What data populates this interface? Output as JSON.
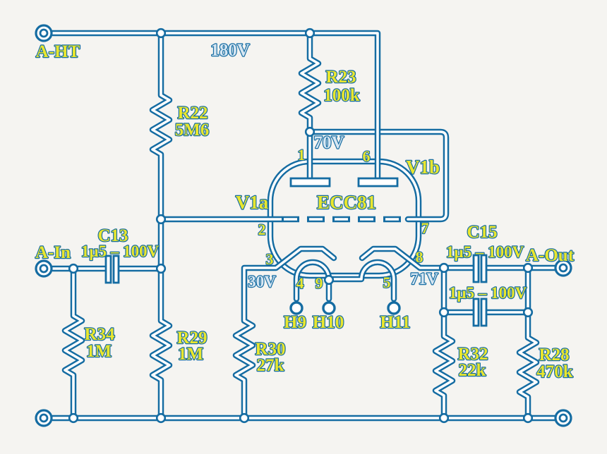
{
  "schematic": {
    "power_terminal": "A-HT",
    "input_terminal": "A-In",
    "output_terminal": "A-Out",
    "heater_terminals": [
      "H9",
      "H10",
      "H11"
    ],
    "supply_voltage": "180V",
    "voltages": {
      "v1a_anode": "70V",
      "v1a_cathode": "30V",
      "v1b_cathode": "71V"
    },
    "tube": {
      "type": "ECC81",
      "section_a": "V1a",
      "section_b": "V1b",
      "pin_numbers": [
        "1",
        "2",
        "3",
        "4",
        "5",
        "6",
        "7",
        "8",
        "9"
      ]
    },
    "resistors": {
      "r22": {
        "ref": "R22",
        "value": "5M6"
      },
      "r23": {
        "ref": "R23",
        "value": "100k"
      },
      "r34": {
        "ref": "R34",
        "value": "1M"
      },
      "r29": {
        "ref": "R29",
        "value": "1M"
      },
      "r30": {
        "ref": "R30",
        "value": "27k"
      },
      "r32": {
        "ref": "R32",
        "value": "22k"
      },
      "r28": {
        "ref": "R28",
        "value": "470k"
      }
    },
    "capacitors": {
      "c13": {
        "ref": "C13",
        "value": "1µ5 – 100V"
      },
      "c15": {
        "ref": "C15",
        "value": "1µ5 – 100V"
      },
      "c_cathode_b": {
        "value": "1µ5 – 100V"
      }
    },
    "colors": {
      "wire_blue": "#156ca2",
      "label_yellow": "#e9e62e",
      "label_pale_blue": "#d6e6f2",
      "background": "#f5f4f1"
    }
  }
}
